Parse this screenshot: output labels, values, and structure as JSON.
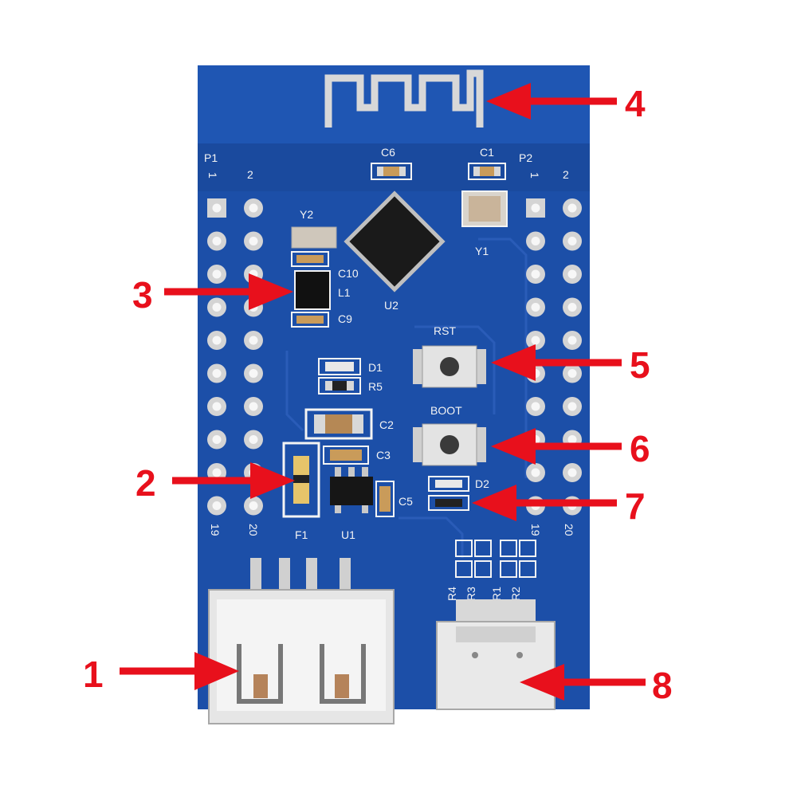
{
  "colors": {
    "pcb": "#1c4fa8",
    "pcb_dark": "#163f8c",
    "silkscreen": "#f4f4f4",
    "pad": "#c9c9c9",
    "arrow": "#e8101c",
    "chip": "#1a1a1a"
  },
  "header_labels": {
    "p1": "P1",
    "p2": "P2",
    "pin_1": "1",
    "pin_2": "2",
    "pin_19": "19",
    "pin_20": "20"
  },
  "components": {
    "c6": "C6",
    "c1": "C1",
    "y2": "Y2",
    "y1": "Y1",
    "c10": "C10",
    "l1": "L1",
    "c9": "C9",
    "u2": "U2",
    "rst": "RST",
    "boot": "BOOT",
    "d1": "D1",
    "r5": "R5",
    "c2": "C2",
    "c3": "C3",
    "c5": "C5",
    "d2": "D2",
    "f1": "F1",
    "u1": "U1",
    "r4": "R4",
    "r3": "R3",
    "r1": "R1",
    "r2": "R2"
  },
  "callouts": [
    "1",
    "2",
    "3",
    "4",
    "5",
    "6",
    "7",
    "8"
  ]
}
